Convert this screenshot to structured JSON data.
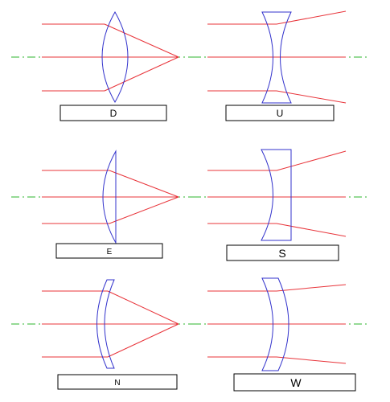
{
  "colors": {
    "axis": "#2db52d",
    "ray": "#e8343a",
    "lens": "#3333cc",
    "box_border": "#000000"
  },
  "panels": [
    {
      "id": "D",
      "label": "D",
      "lens_type": "biconvex"
    },
    {
      "id": "U",
      "label": "U",
      "lens_type": "biconcave"
    },
    {
      "id": "E",
      "label": "E",
      "lens_type": "plano-convex"
    },
    {
      "id": "S",
      "label": "S",
      "lens_type": "plano-concave"
    },
    {
      "id": "N",
      "label": "N",
      "lens_type": "positive-meniscus"
    },
    {
      "id": "W",
      "label": "W",
      "lens_type": "negative-meniscus"
    }
  ]
}
